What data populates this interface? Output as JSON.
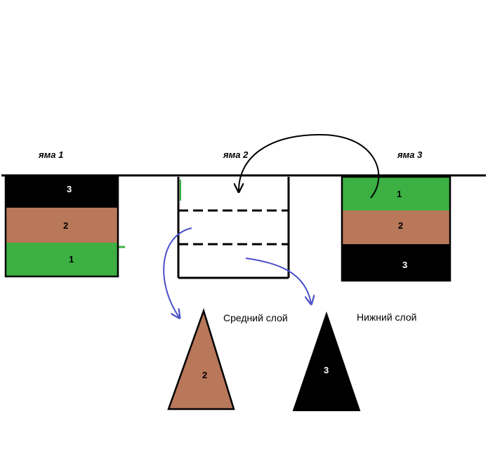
{
  "colors": {
    "green": "#3cb043",
    "brown": "#b9785a",
    "black": "#000000",
    "arrow_blue": "#4a50c8",
    "line": "#000000"
  },
  "pits": [
    {
      "title": "яма 1",
      "layers": [
        "3",
        "2",
        "1"
      ]
    },
    {
      "title": "яма 2",
      "layers": []
    },
    {
      "title": "яма 3",
      "layers": [
        "1",
        "2",
        "3"
      ]
    }
  ],
  "piles": [
    {
      "caption": "Средний слой",
      "label": "2"
    },
    {
      "caption": "Нижний слой",
      "label": "3"
    }
  ]
}
